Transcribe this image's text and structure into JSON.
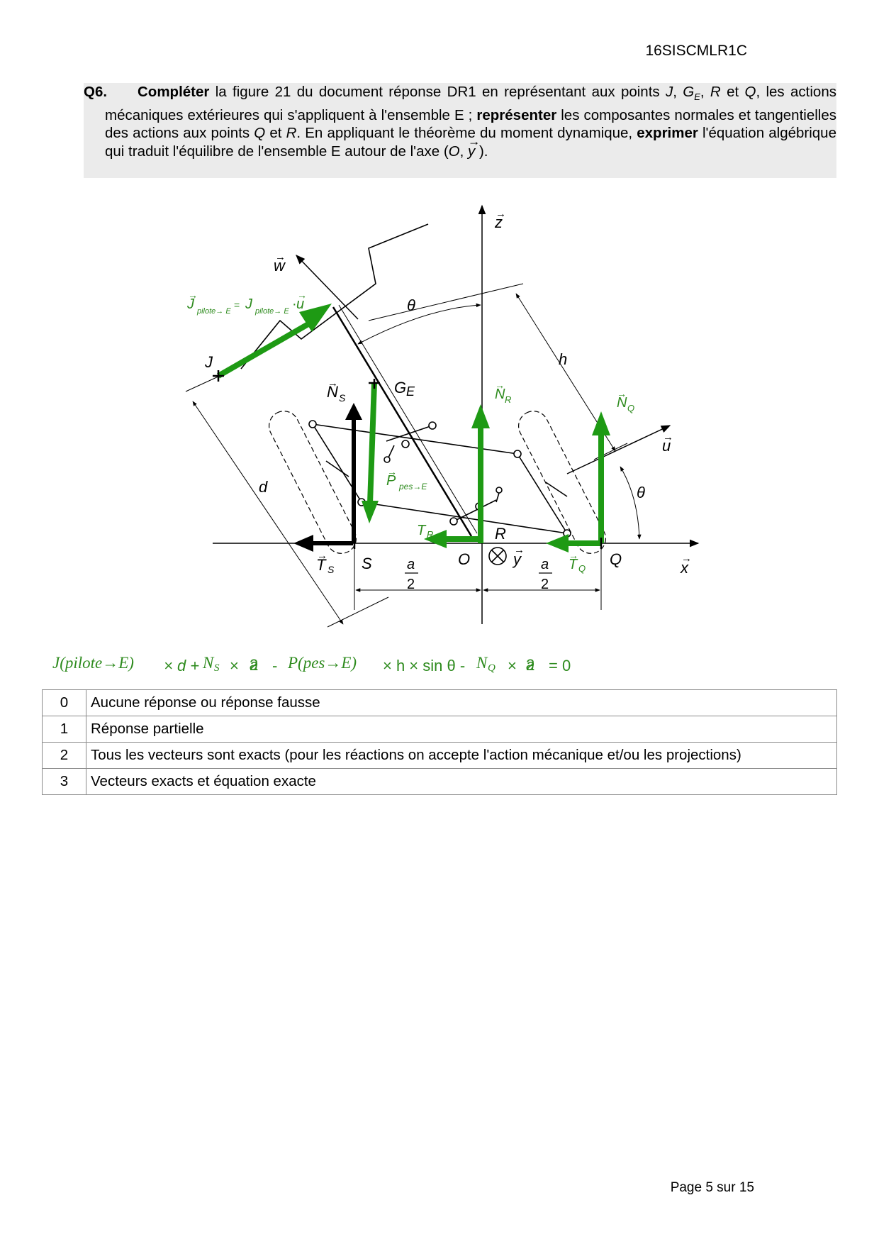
{
  "header": {
    "code": "16SISCMLR1C"
  },
  "question": {
    "number": "Q6.",
    "t1_bold": "Compléter",
    "t2": " la figure 21 du document réponse DR1 en représentant aux points ",
    "t3_j": "J",
    "t4": ", ",
    "t5_g": "G",
    "t5_sub": "E",
    "t6": ", ",
    "t7_r": "R",
    "t8": " et ",
    "t9_q": "Q",
    "t10": ", les actions mécaniques extérieures qui s'appliquent à l'ensemble E ; ",
    "t11_bold": "représenter",
    "t12": " les composantes normales et tangentielles des actions aux points ",
    "t13_q": "Q",
    "t14": " et ",
    "t15_r": "R",
    "t16": ". En appliquant le théorème du moment dynamique, ",
    "t17_bold": "exprimer",
    "t18": " l'équation algébrique qui traduit l'équilibre de l'ensemble E autour de l'axe (",
    "t19_o": "O",
    "t20": ", ",
    "t21_y": "y",
    "t22": " )."
  },
  "figure": {
    "labels": {
      "z": "z",
      "w": "w",
      "u": "u",
      "x": "x",
      "y": "y",
      "theta_top": "θ",
      "theta_right": "θ",
      "h": "h",
      "d": "d",
      "j": "J",
      "ge_main": "G",
      "ge_sub": "E",
      "s": "S",
      "o": "O",
      "q": "Q",
      "r": "R",
      "a_left_num": "a",
      "a_left_den": "2",
      "a_right_num": "a",
      "a_right_den": "2",
      "ns_main": "N",
      "ns_sub": "S",
      "ts_main": "T",
      "ts_sub": "S",
      "nr_main": "N",
      "nr_sub": "R",
      "nq_main": "N",
      "nq_sub": "Q",
      "tr_main": "T",
      "tr_sub": "R",
      "tq_main": "T",
      "tq_sub": "Q",
      "p_main": "P",
      "p_sub": "pes→E",
      "j_eq_a": "J",
      "j_eq_a_sub": "pilote→ E",
      "j_eq_eq": "=",
      "j_eq_b": "J",
      "j_eq_b_sub": "pilote→ E",
      "j_eq_dot": "·",
      "j_eq_u": "u"
    },
    "colors": {
      "force": "#1e9a14",
      "line": "#000000"
    }
  },
  "equation": {
    "p1": "J(pilote→E)",
    "p2": "× d +",
    "p3": "N",
    "p3_sub": "S",
    "p4": "×",
    "f1_num": "a",
    "f1_den": "2",
    "p5": "-",
    "p6": "P(pes→E)",
    "p7": "× h × sin θ -",
    "p8": "N",
    "p8_sub": "Q",
    "p9": "×",
    "f2_num": "a",
    "f2_den": "2",
    "p10": "= 0"
  },
  "grading": [
    {
      "score": "0",
      "text": "Aucune réponse ou réponse fausse"
    },
    {
      "score": "1",
      "text": "Réponse partielle"
    },
    {
      "score": "2",
      "text": "Tous les vecteurs sont exacts (pour les réactions on accepte l'action mécanique et/ou les projections)"
    },
    {
      "score": "3",
      "text": "Vecteurs exacts et équation exacte"
    }
  ],
  "footer": {
    "page": "Page 5 sur 15"
  }
}
